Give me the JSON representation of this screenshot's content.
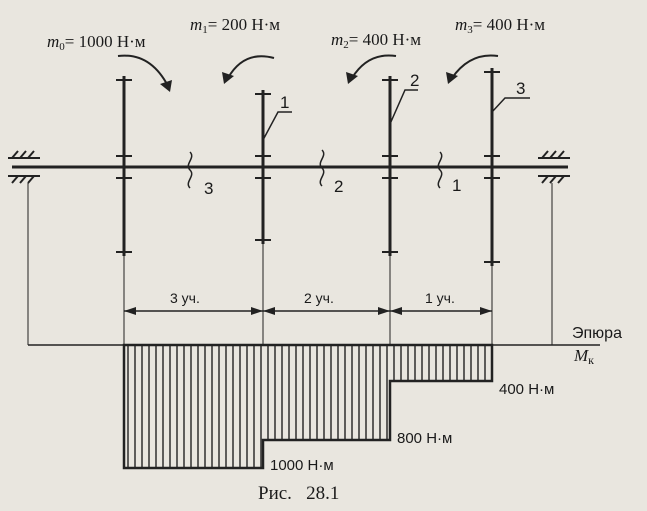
{
  "moments": [
    {
      "symbol": "m",
      "index": "0",
      "value": "= 1000 Н·м"
    },
    {
      "symbol": "m",
      "index": "1",
      "value": "= 200 Н·м"
    },
    {
      "symbol": "m",
      "index": "2",
      "value": "= 400 Н·м"
    },
    {
      "symbol": "m",
      "index": "3",
      "value": "= 400 Н·м"
    }
  ],
  "gear_labels": [
    "1",
    "2",
    "3"
  ],
  "region_labels": [
    "3",
    "2",
    "1"
  ],
  "segments": [
    "3 уч.",
    "2 уч.",
    "1 уч."
  ],
  "diagram_title": "Эпюра",
  "diagram_symbol": {
    "symbol": "M",
    "index": "к"
  },
  "diagram_values": [
    "400 Н·м",
    "800 Н·м",
    "1000 Н·м"
  ],
  "caption": "Рис.   28.1"
}
